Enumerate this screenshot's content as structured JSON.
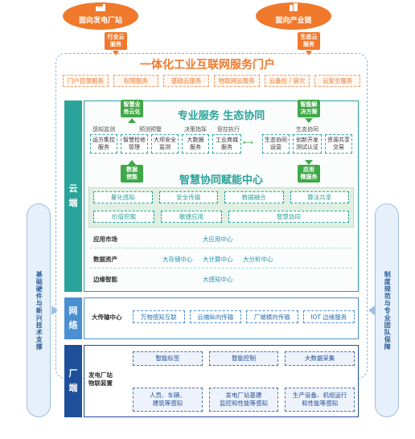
{
  "top": {
    "left_ellipse": "面向发电厂站",
    "right_ellipse": "面向产业链",
    "left_service": "行业云\n服务",
    "right_service": "生态云\n服务"
  },
  "portal": {
    "title": "一体化工业互联网服务门户",
    "items": [
      "门户目录服务",
      "权限服务",
      "基础云服务",
      "物联网云服务",
      "云备份 / 容灾",
      "云安全服务"
    ]
  },
  "cloud": {
    "bar_label": "云\n端",
    "pro_title": "专业服务  生态协同",
    "callout_left_top": "智慧业\n务云化",
    "callout_right_top": "智能解\n决方案",
    "categories": [
      "感知监测",
      "预测预警",
      "决策指挥",
      "管控执行",
      "生态协同"
    ],
    "services": [
      "运方集控\n服务",
      "智慧检修\n管理",
      "大坝安全\n监测",
      "大数据\n服务",
      "工业商城\n服务",
      "生态协同\n运营",
      "创新开发\n测试认证",
      "资源共享\n交易"
    ],
    "callout_left_mid": "数据\n使能",
    "callout_right_mid": "应用\n微服务",
    "center_title": "智慧协同赋能中心",
    "caps_row1": [
      "量化感知",
      "安全传输",
      "数据融合",
      "算法共享"
    ],
    "caps_row2": [
      "价值挖掘",
      "敏捷应用",
      "智慧协同"
    ],
    "rows": [
      {
        "label": "应用市场",
        "items": [
          "大应用中心"
        ]
      },
      {
        "label": "数据资产",
        "items": [
          "大存储中心",
          "大计算中心",
          "大分析中心"
        ]
      },
      {
        "label": "边缘智能",
        "items": [
          "大感知中心"
        ]
      }
    ]
  },
  "network": {
    "bar_label": "网\n络",
    "row_label": "大传输中心",
    "items": [
      "万物感知互联",
      "云端纵向传输",
      "厂端横向传输",
      "IOT 边缘服务"
    ]
  },
  "factory": {
    "bar_label": "厂\n端",
    "row_label": "发电厂站\n物联装置",
    "row1": [
      "智能标签",
      "智能控制",
      "大数据采集"
    ],
    "row2": [
      "人员、车辆、\n建筑等感知",
      "发电厂站基建\n监控和性能等感知",
      "生产设备、机组运行\n和性能等感知"
    ]
  },
  "side": {
    "left": "基础硬件与新兴技术支撑",
    "right": "制度规范与专业团队保障"
  },
  "colors": {
    "orange": "#f0792c",
    "teal": "#2aa39a",
    "green": "#3fa847",
    "blue": "#4a8fd1",
    "navy": "#1e4f9a"
  }
}
